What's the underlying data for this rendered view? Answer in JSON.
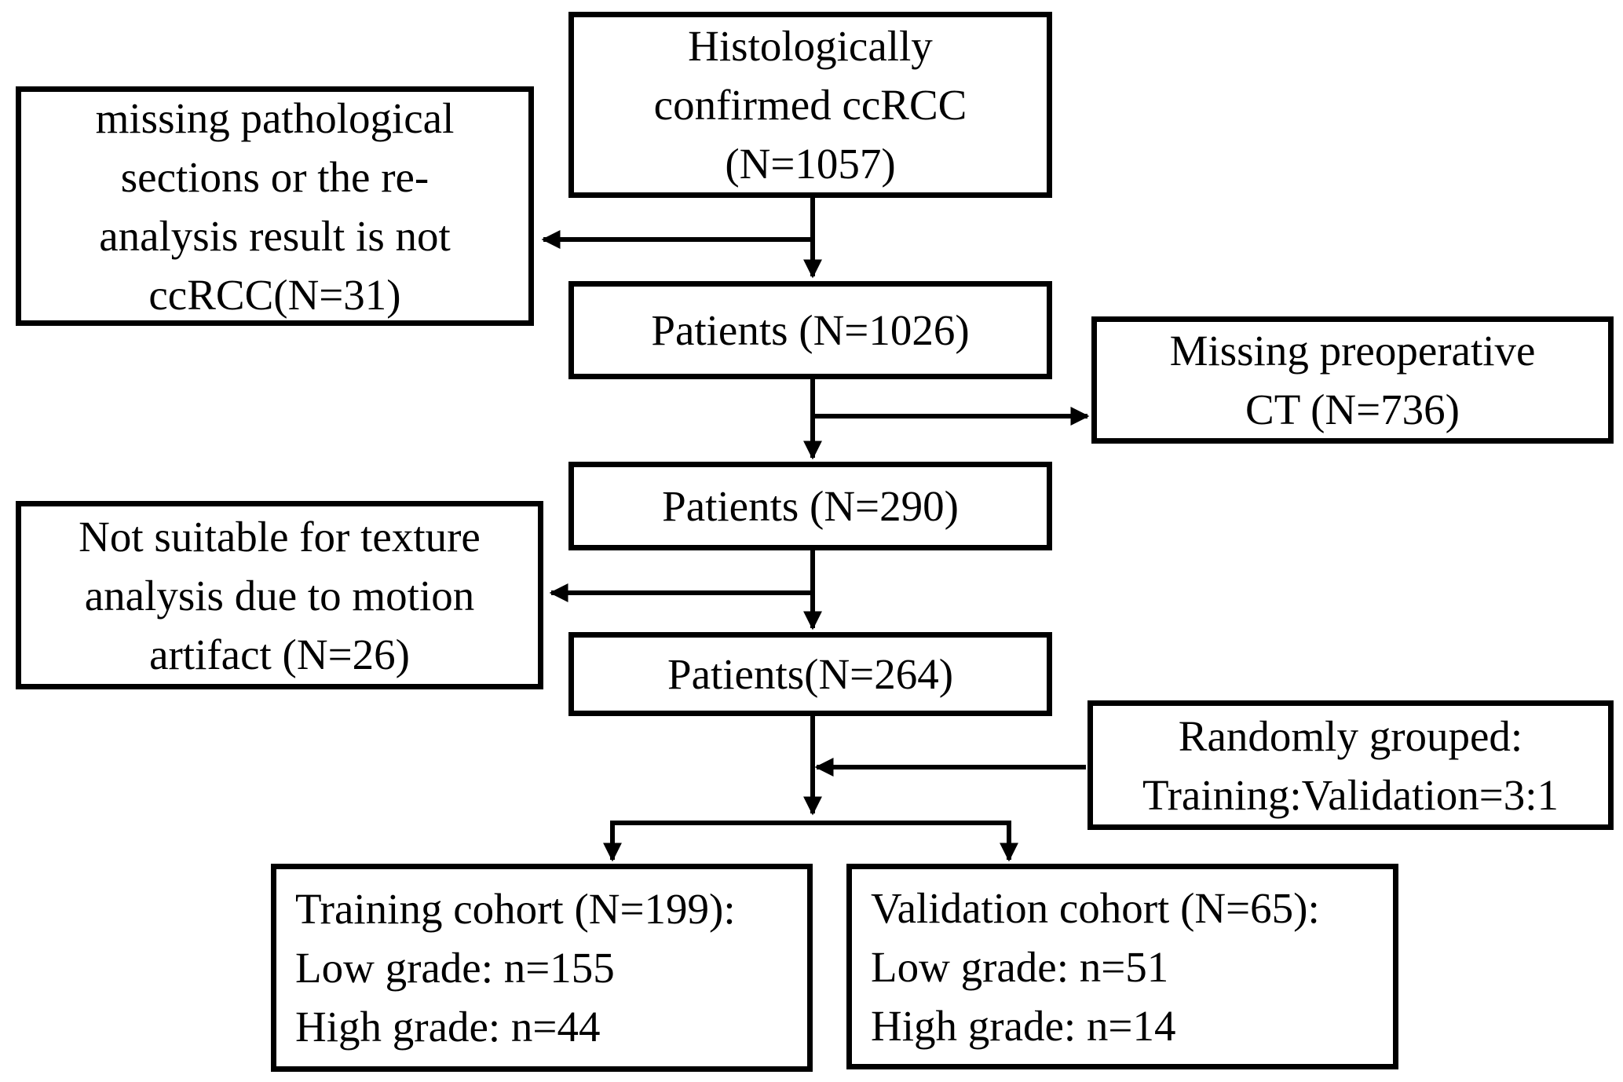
{
  "nodes": {
    "confirmed": {
      "lines": [
        "Histologically",
        "confirmed ccRCC",
        "(N=1057)"
      ]
    },
    "excluded_pathology": {
      "lines": [
        "missing pathological",
        "sections or the re-",
        "analysis result is not",
        "ccRCC(N=31)"
      ]
    },
    "patients_1026": {
      "lines": [
        "Patients (N=1026)"
      ]
    },
    "excluded_ct": {
      "lines": [
        "Missing preoperative",
        "CT (N=736)"
      ]
    },
    "patients_290": {
      "lines": [
        "Patients (N=290)"
      ]
    },
    "excluded_motion": {
      "lines": [
        "Not suitable for texture",
        "analysis due to motion",
        "artifact (N=26)"
      ]
    },
    "patients_264": {
      "lines": [
        "Patients(N=264)"
      ]
    },
    "grouping": {
      "lines": [
        "Randomly grouped:",
        "Training:Validation=3:1"
      ]
    },
    "training": {
      "lines": [
        "Training cohort (N=199):",
        "Low grade: n=155",
        "High grade: n=44"
      ]
    },
    "validation": {
      "lines": [
        "Validation cohort (N=65):",
        "Low grade: n=51",
        "High grade: n=14"
      ]
    }
  }
}
